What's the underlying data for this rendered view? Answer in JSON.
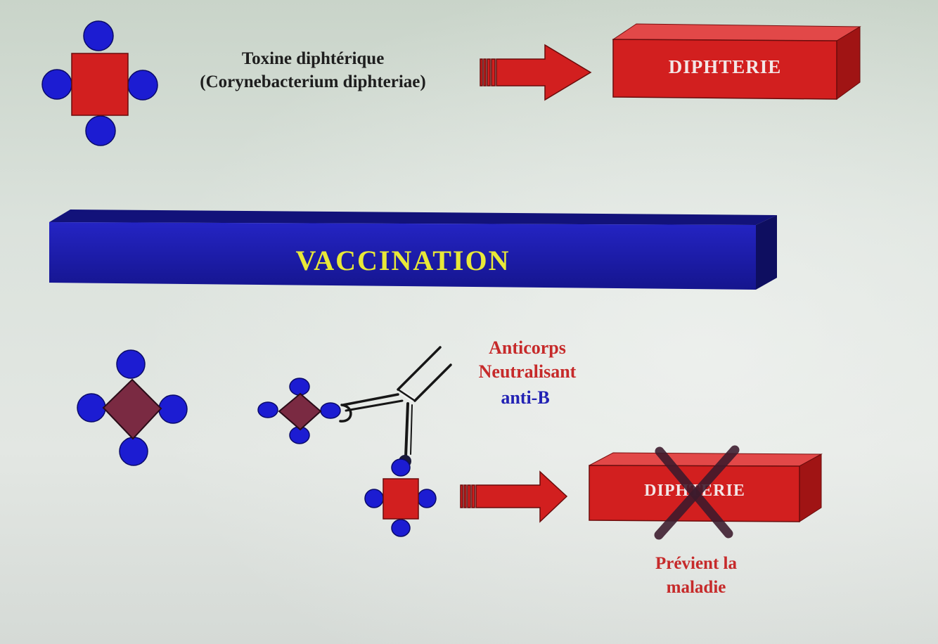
{
  "toxin": {
    "label_line1": "Toxine diphtérique",
    "label_line2": "(Corynebacterium diphteriae)"
  },
  "disease_box_top": {
    "label": "DIPHTERIE"
  },
  "banner": {
    "label": "VACCINATION"
  },
  "antibody": {
    "label_line1": "Anticorps",
    "label_line2": "Neutralisant",
    "label_line3": "anti-B"
  },
  "disease_box_bottom": {
    "label": "DIPHTERIE",
    "crossed_out": true
  },
  "outcome": {
    "line1": "Prévient la",
    "line2": "maladie"
  },
  "colors": {
    "toxin_red": "#d21f1f",
    "binding_site_blue": "#1c1cd2",
    "toxoid_maroon": "#7a2a42",
    "banner_blue": "#1c1cb0",
    "banner_text_yellow": "#e8e838",
    "label_red": "#c62a2a",
    "label_blue": "#2222b4",
    "cross_mark": "#3b1a2c"
  }
}
